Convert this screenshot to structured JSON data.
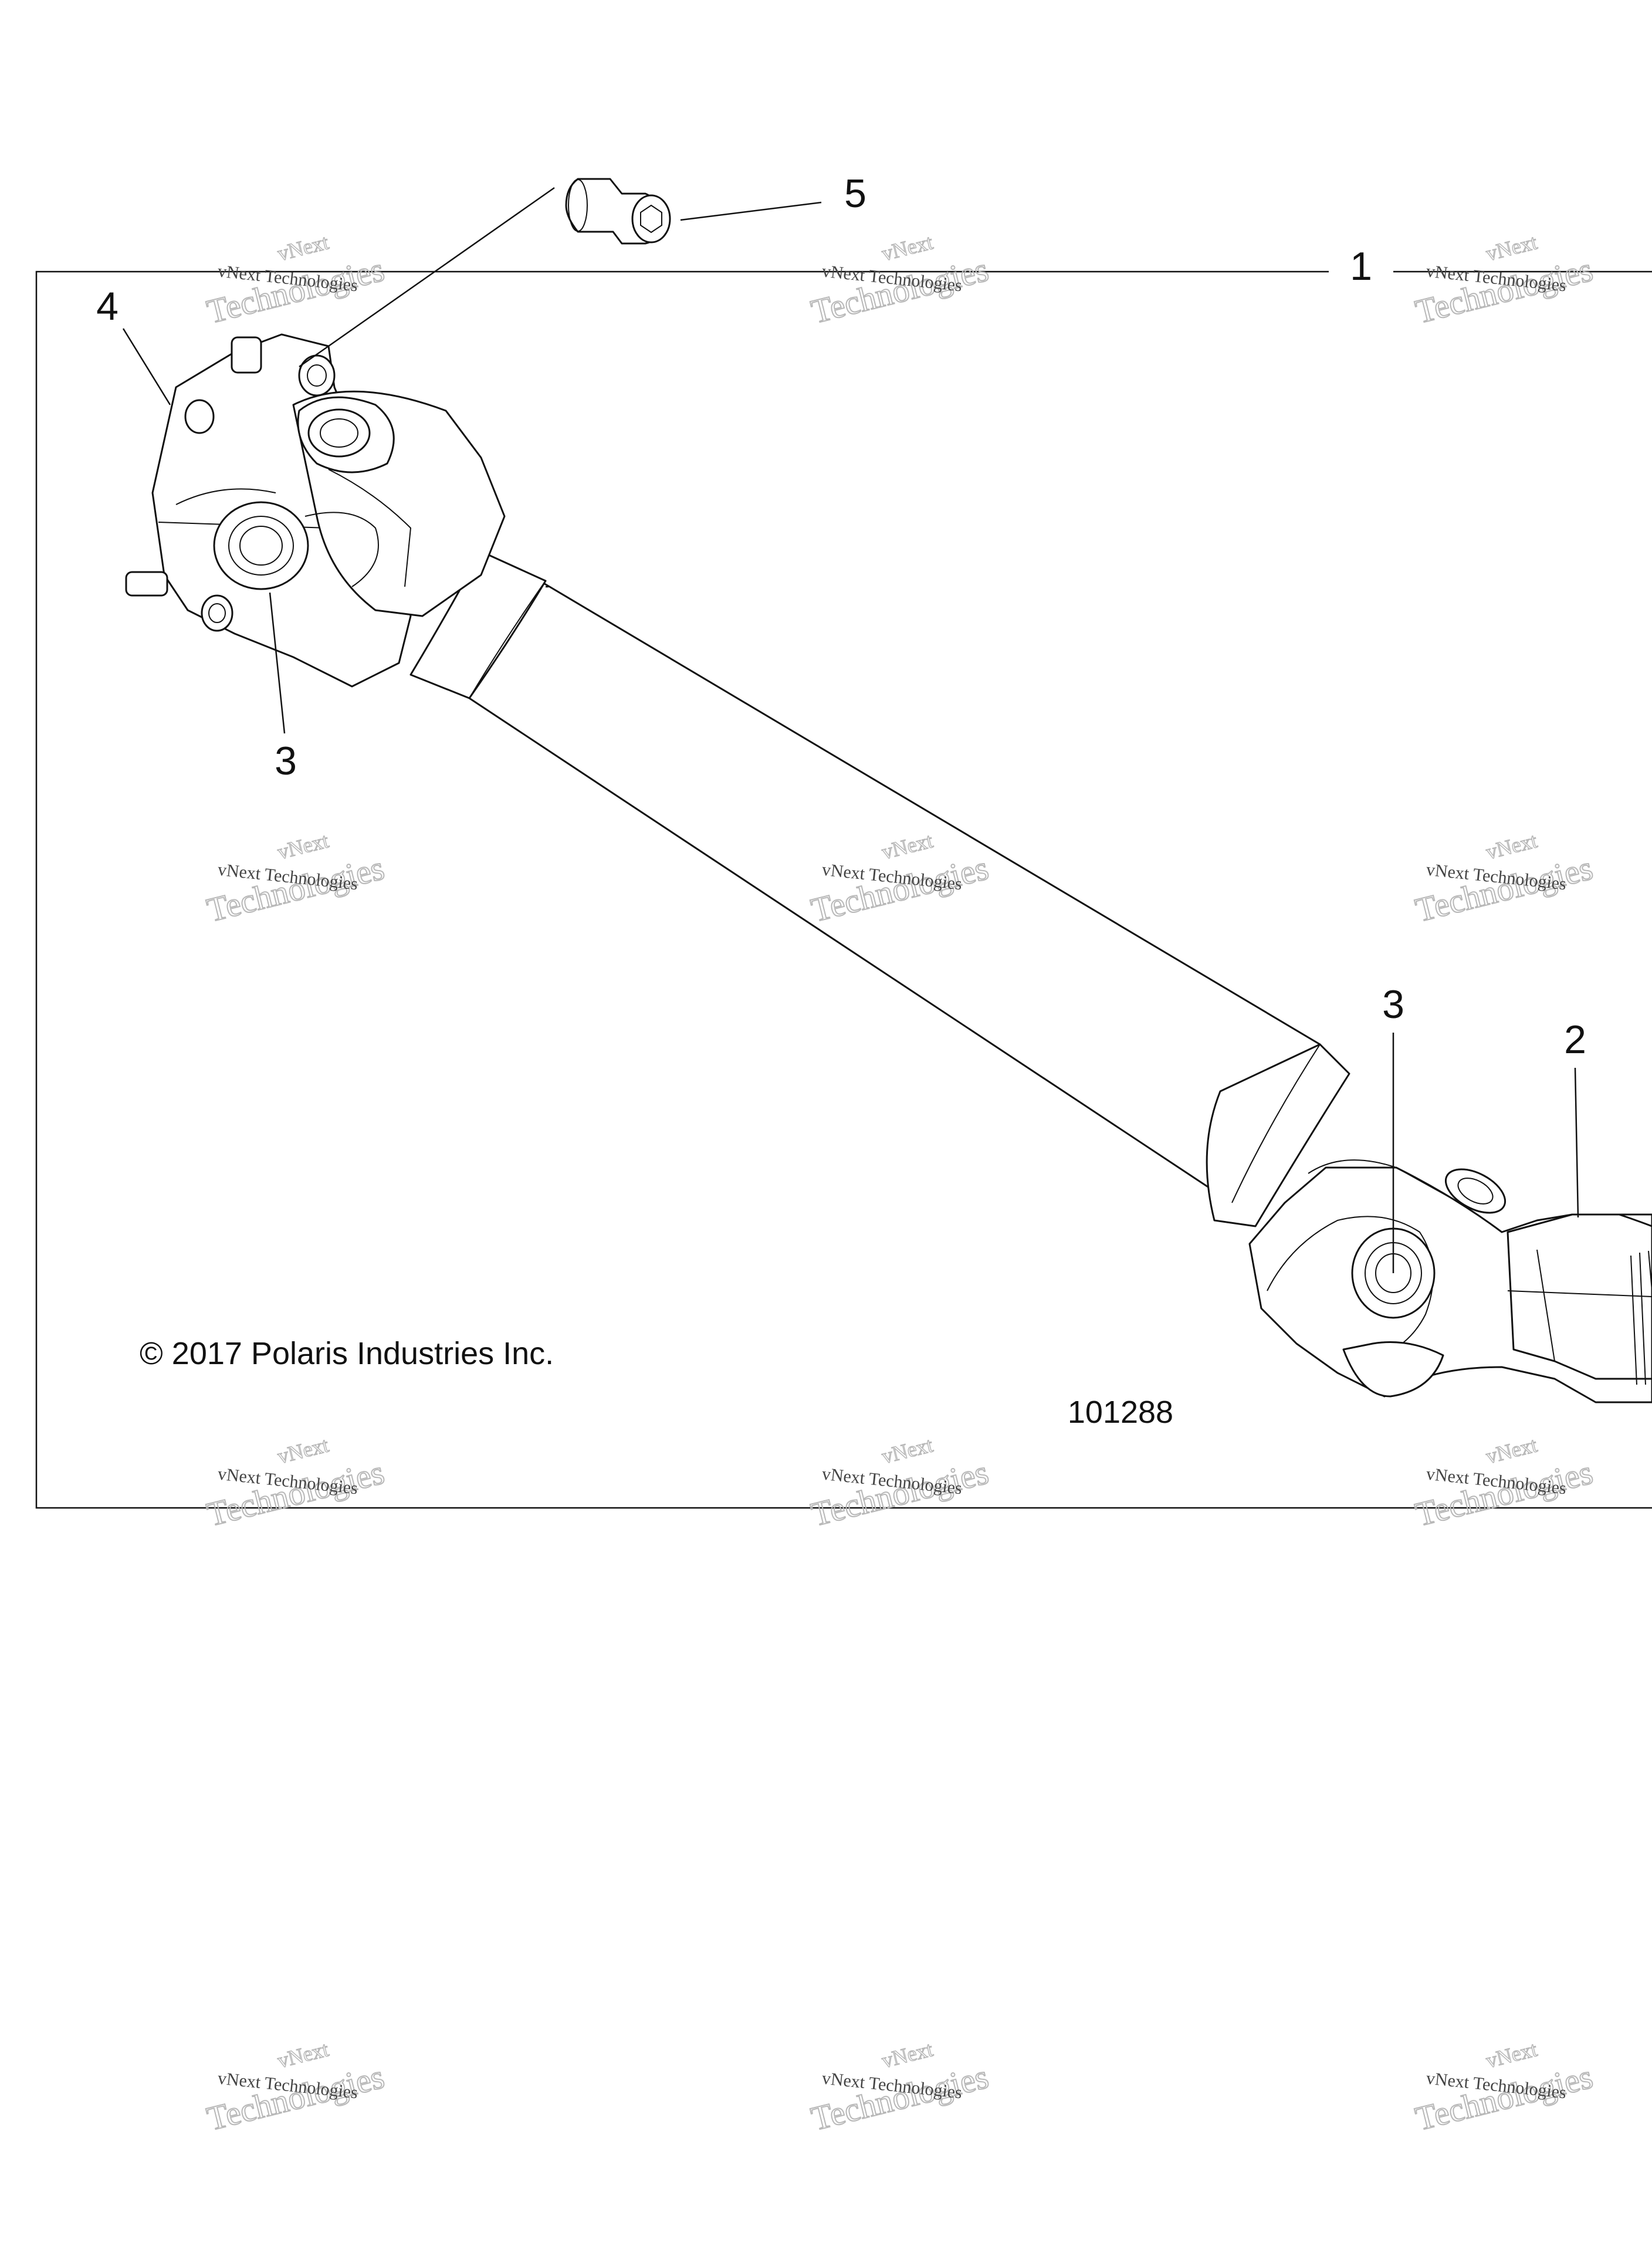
{
  "diagram": {
    "callouts": {
      "c1": "1",
      "c2": "2",
      "c3a": "3",
      "c3b": "3",
      "c4": "4",
      "c5": "5"
    },
    "copyright": "© 2017 Polaris Industries Inc.",
    "drawing_number": "101288"
  },
  "watermark": {
    "line1": "vNext",
    "line2": "Technologies",
    "line3": "vNext Technologies"
  }
}
